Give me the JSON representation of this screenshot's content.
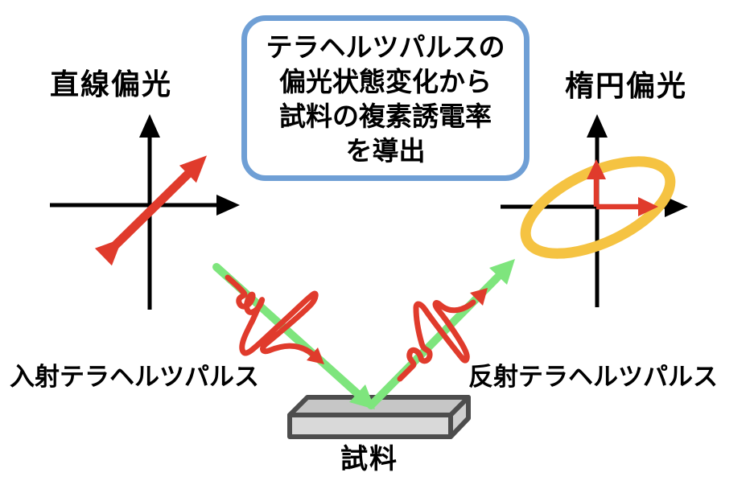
{
  "labels": {
    "linear": "直線偏光",
    "elliptic": "楕円偏光",
    "incident": "入射テラヘルツパルス",
    "reflected": "反射テラヘルツパルス",
    "sample": "試料"
  },
  "callout": {
    "lines": [
      "テラヘルツパルスの",
      "偏光状態変化から",
      "試料の複素誘電率",
      "を導出"
    ]
  },
  "colors": {
    "ink": "#000000",
    "red": "#e03b2c",
    "green": "#7ee57d",
    "yellow": "#f5c342",
    "border_blue": "#6f9fd5",
    "slab_stroke": "#4d4d4d",
    "slab_top": "#c6c6c6",
    "slab_front": "#d9d9d9",
    "slab_side": "#cfcfcf"
  }
}
